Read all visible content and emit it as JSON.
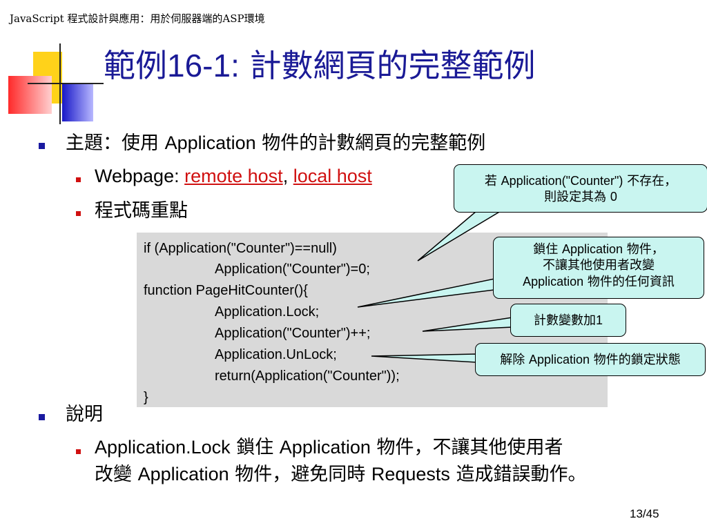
{
  "header": {
    "text": "JavaScript 程式設計與應用：用於伺服器端的ASP環境"
  },
  "title": {
    "prefix": "範例",
    "number": "16-1:",
    "suffix": " 計數網頁的完整範例"
  },
  "bullets": {
    "topic_prefix": "主題：使用 ",
    "topic_app": "Application",
    "topic_suffix": " 物件的計數網頁的完整範例",
    "webpage_label": "Webpage: ",
    "remote_host": "remote host",
    "comma": ",",
    "local_host": "local host",
    "code_points": "程式碼重點",
    "explain": "說明",
    "lock_line1_a": "Application.Lock",
    "lock_line1_b": " 鎖住 ",
    "lock_line1_c": "Application",
    "lock_line1_d": " 物件，不讓其他使用者",
    "lock_line2_a": "改變 ",
    "lock_line2_b": "Application",
    "lock_line2_c": " 物件，避免同時 ",
    "lock_line2_d": "Requests",
    "lock_line2_e": " 造成錯誤動作。"
  },
  "code": {
    "lines": [
      "if (Application(\"Counter\")==null)",
      "Application(\"Counter\")=0;",
      "function PageHitCounter(){",
      "Application.Lock;",
      "Application(\"Counter\")++;",
      "Application.UnLock;",
      "return(Application(\"Counter\"));",
      "}"
    ]
  },
  "callouts": {
    "c1_line1_a": "若 ",
    "c1_line1_b": "Application(\"Counter\")",
    "c1_line1_c": " 不存在，",
    "c1_line2_a": "則設定其為 ",
    "c1_line2_b": "0",
    "c2_line1_a": "鎖住 ",
    "c2_line1_b": "Application",
    "c2_line1_c": " 物件，",
    "c2_line2": "不讓其他使用者改變",
    "c2_line3_a": "Application",
    "c2_line3_b": " 物件的任何資訊",
    "c3_a": "計數變數加",
    "c3_b": "1",
    "c4_a": "解除 ",
    "c4_b": "Application",
    "c4_c": " 物件的鎖定狀態"
  },
  "page_number": "13/45",
  "colors": {
    "title": "#1a1a96",
    "link": "#d01010",
    "callout_fill": "#c9f5f0",
    "code_bg": "#d9d9d9",
    "deco_yellow": "#ffd21a",
    "deco_blue": "#1a1acc",
    "deco_red": "#ff3030"
  }
}
